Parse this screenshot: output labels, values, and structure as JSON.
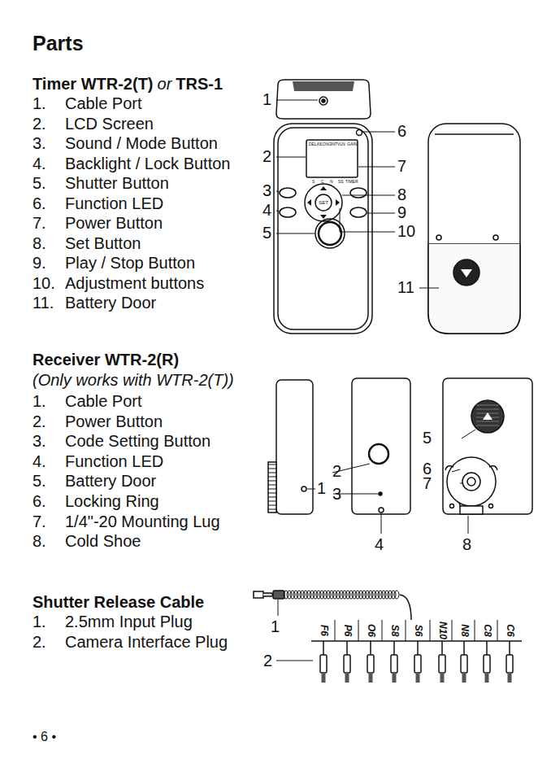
{
  "diagram": {
    "title": "Parts",
    "labels": [
      "Timer WTR-2(T)",
      "or",
      "TRS-1",
      "1.",
      "Cable Port",
      "2.",
      "LCD Screen",
      "3.",
      "Sound / Mode Button",
      "4.",
      "Backlight / Lock Button",
      "5.",
      "Shutter Button",
      "6.",
      "Function LED",
      "7.",
      "Power Button",
      "8.",
      "Set Button",
      "9.",
      "Play / Stop Button",
      "10.",
      "Adjustment buttons",
      "11.",
      "Battery Door",
      "Receiver WTR-2(R)",
      "(Only works with WTR-2(T))",
      "1.",
      "Cable Port",
      "2.",
      "Power Button",
      "3.",
      "Code Setting Button",
      "4.",
      "Function LED",
      "5.",
      "Battery Door",
      "6.",
      "Locking Ring",
      "7.",
      "1/4\"-20 Mounting Lug",
      "8.",
      "Cold Shoe",
      "Shutter Release Cable",
      "1.",
      "2.5mm Input Plug",
      "2.",
      "Camera Interface Plug",
      "• 6 •",
      "1",
      "2",
      "3",
      "4",
      "5",
      "6",
      "7",
      "8",
      "9",
      "10",
      "11",
      "1",
      "2",
      "3",
      "4",
      "5",
      "6",
      "7",
      "8",
      "1",
      "2",
      "DELAY",
      "LONG",
      "INTVL",
      "N",
      "GAIN",
      "S",
      "C",
      "N",
      "SS",
      "TIMER",
      "SET",
      "F6",
      "P6",
      "O6",
      "S8",
      "S6",
      "N10",
      "N8",
      "C8",
      "C6"
    ]
  }
}
